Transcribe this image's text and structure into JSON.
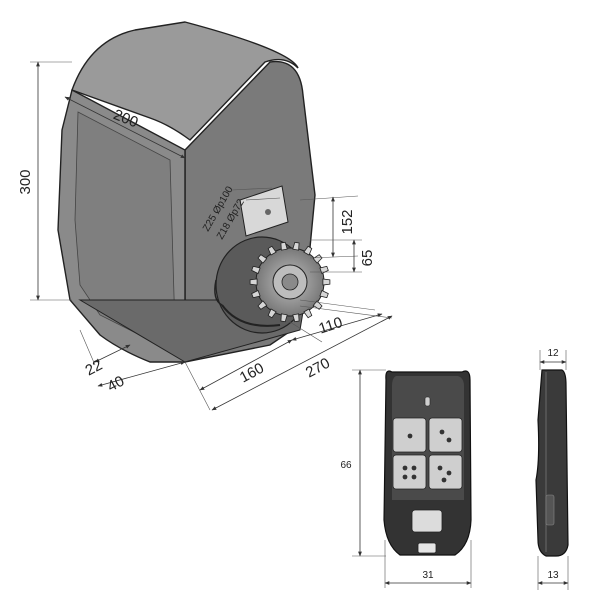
{
  "motor_unit": {
    "dim_height": "300",
    "dim_width": "200",
    "dim_rack_height": "152",
    "dim_gear_height": "65",
    "dim_gear_offset": "110",
    "dim_side_160": "160",
    "dim_total_length": "270",
    "dim_base_22": "22",
    "dim_base_40": "40",
    "pinion_label_1": "Z25 Øp100",
    "pinion_label_2": "Z18 Øp72"
  },
  "remote_front": {
    "dim_height": "66",
    "dim_width": "31"
  },
  "remote_side": {
    "dim_top_thickness": "12",
    "dim_bottom_thickness": "13"
  },
  "colors": {
    "body_fill": "#7c7c7c",
    "body_light": "#a8a8a8",
    "body_dark": "#555555",
    "line": "#222222"
  }
}
